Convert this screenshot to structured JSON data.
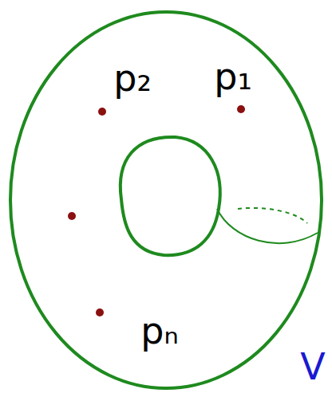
{
  "diagram": {
    "labels": [
      "p₂",
      "p₁",
      "pₙ",
      "V"
    ]
  }
}
